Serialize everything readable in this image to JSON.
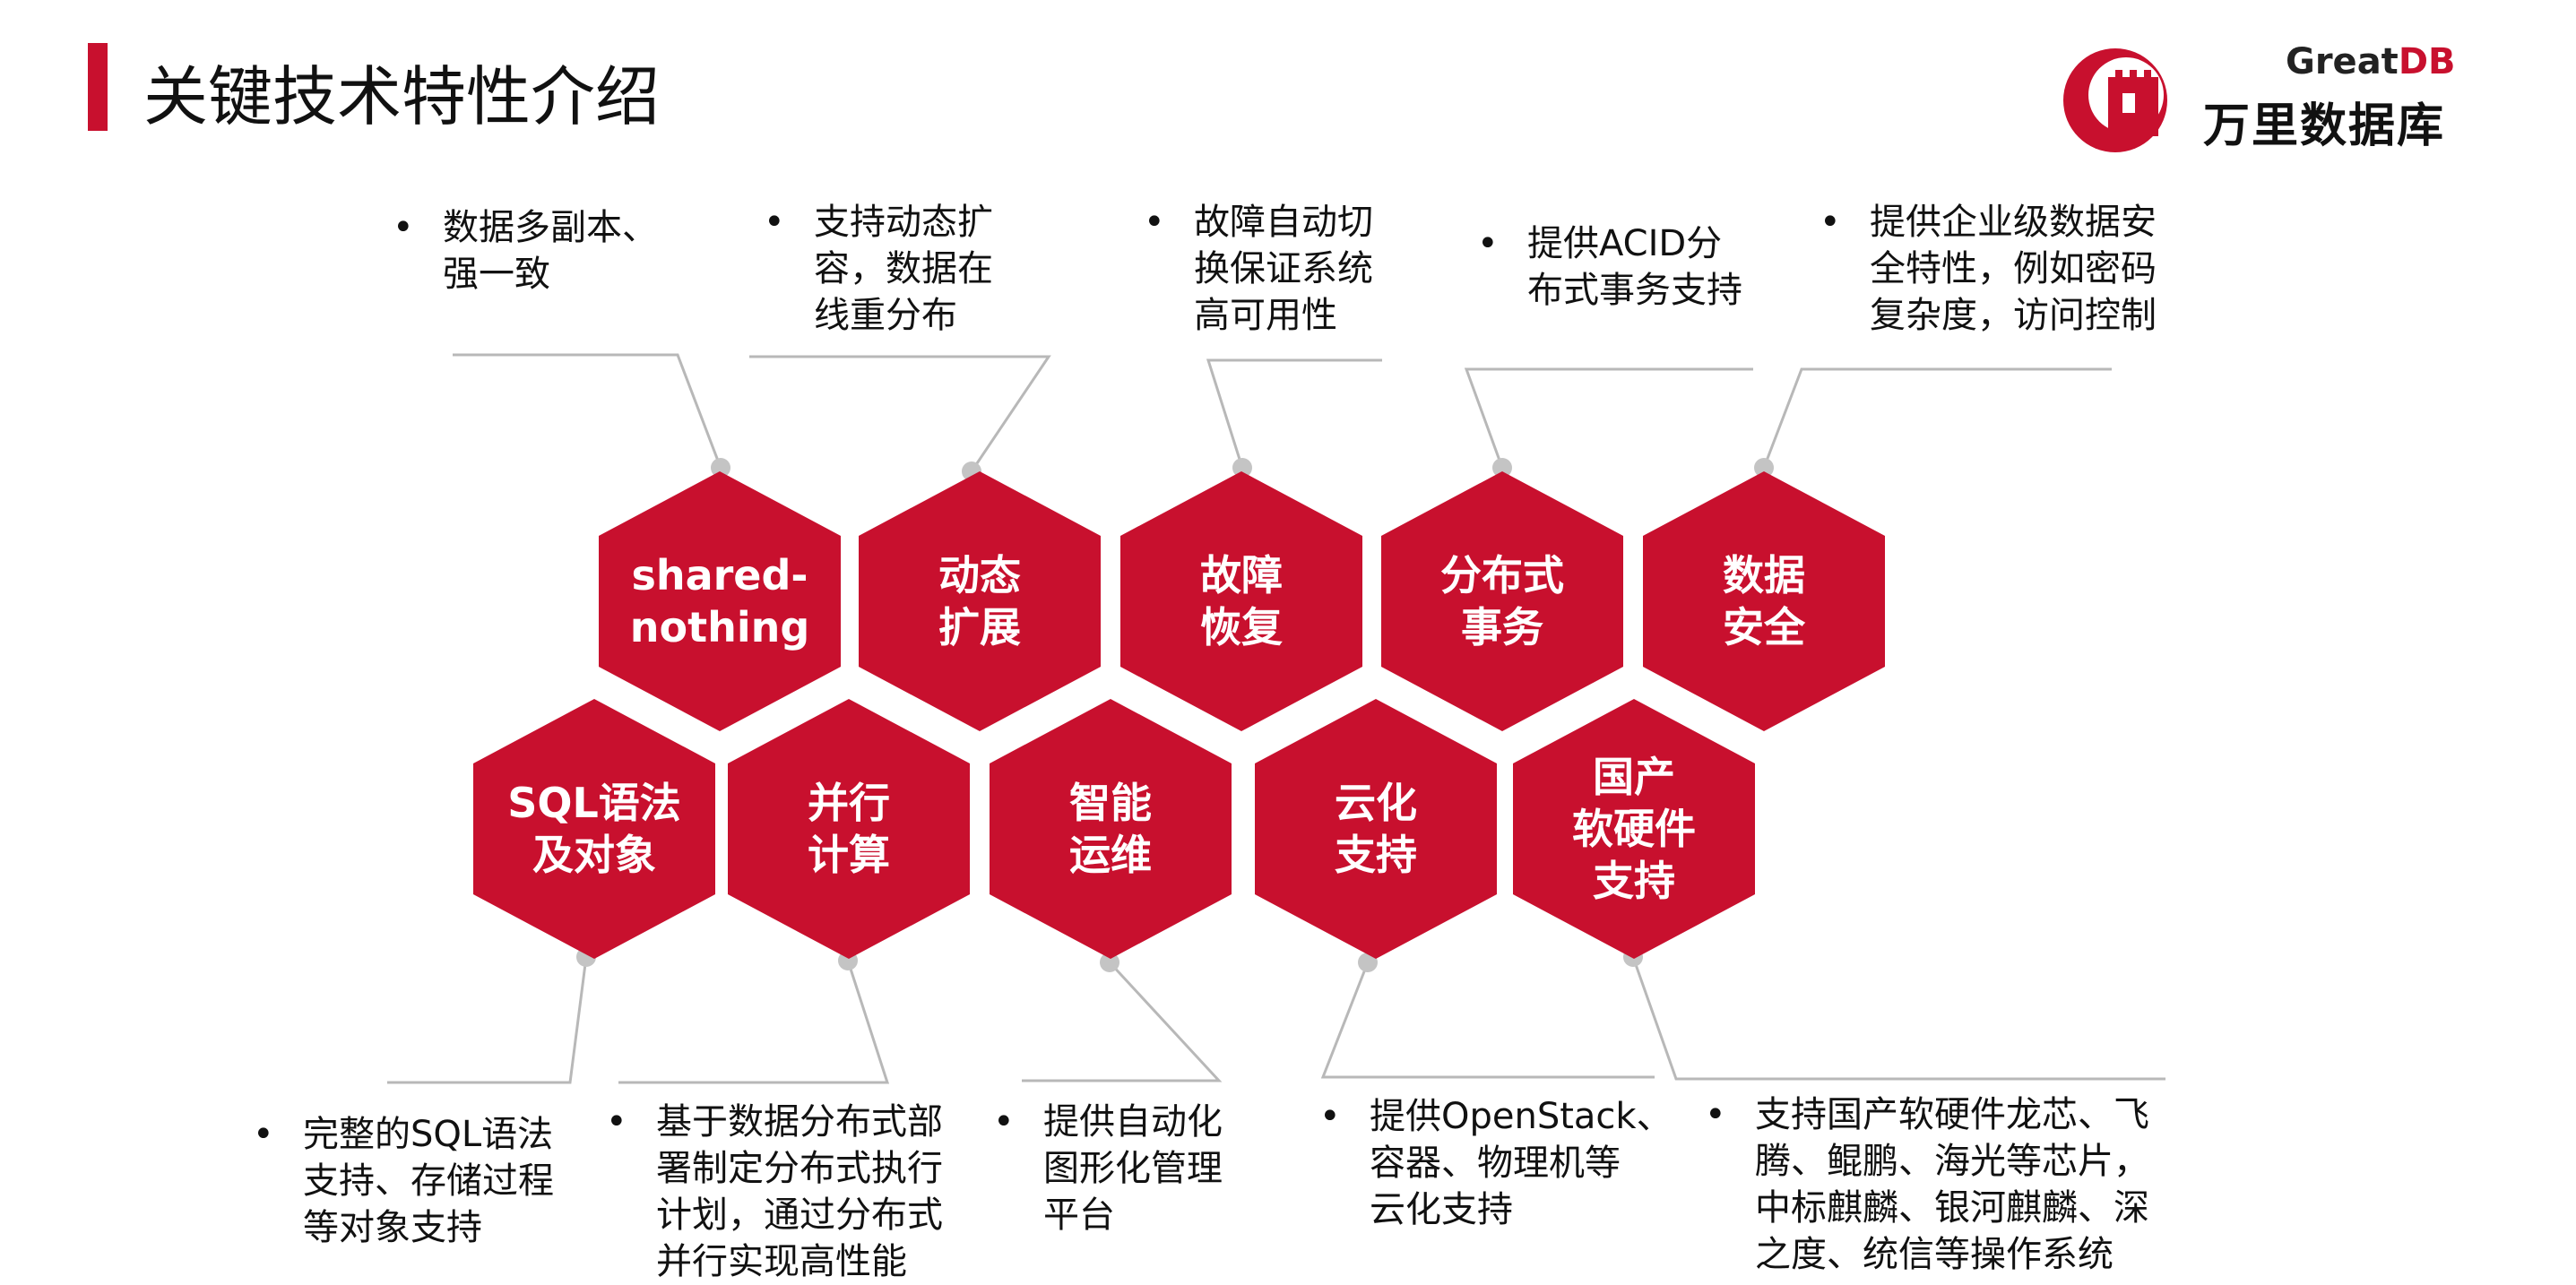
{
  "page": {
    "title": "关键技术特性介绍"
  },
  "logo": {
    "brand_prefix": "Great",
    "brand_suffix": "DB",
    "cn_name": "万里数据库"
  },
  "colors": {
    "accent": "#c8102e",
    "connector": "#b8b8b8",
    "dot": "#c4c4c4"
  },
  "features_top": [
    {
      "label": "shared-\nnothing",
      "description": "数据多副本、\n强一致"
    },
    {
      "label": "动态\n扩展",
      "description": "支持动态扩\n容，数据在\n线重分布"
    },
    {
      "label": "故障\n恢复",
      "description": "故障自动切\n换保证系统\n高可用性"
    },
    {
      "label": "分布式\n事务",
      "description": "提供ACID分\n布式事务支持"
    },
    {
      "label": "数据\n安全",
      "description": "提供企业级数据安\n全特性，例如密码\n复杂度，访问控制"
    }
  ],
  "features_bottom": [
    {
      "label": "SQL语法\n及对象",
      "description": "完整的SQL语法\n支持、存储过程\n等对象支持"
    },
    {
      "label": "并行\n计算",
      "description": "基于数据分布式部\n署制定分布式执行\n计划，通过分布式\n并行实现高性能"
    },
    {
      "label": "智能\n运维",
      "description": "提供自动化\n图形化管理\n平台"
    },
    {
      "label": "云化\n支持",
      "description": "提供OpenStack、\n容器、物理机等\n云化支持"
    },
    {
      "label": "国产\n软硬件\n支持",
      "description": "支持国产软硬件龙芯、飞\n腾、鲲鹏、海光等芯片，\n中标麒麟、银河麒麟、深\n之度、统信等操作系统"
    }
  ],
  "bullet_char": "•"
}
